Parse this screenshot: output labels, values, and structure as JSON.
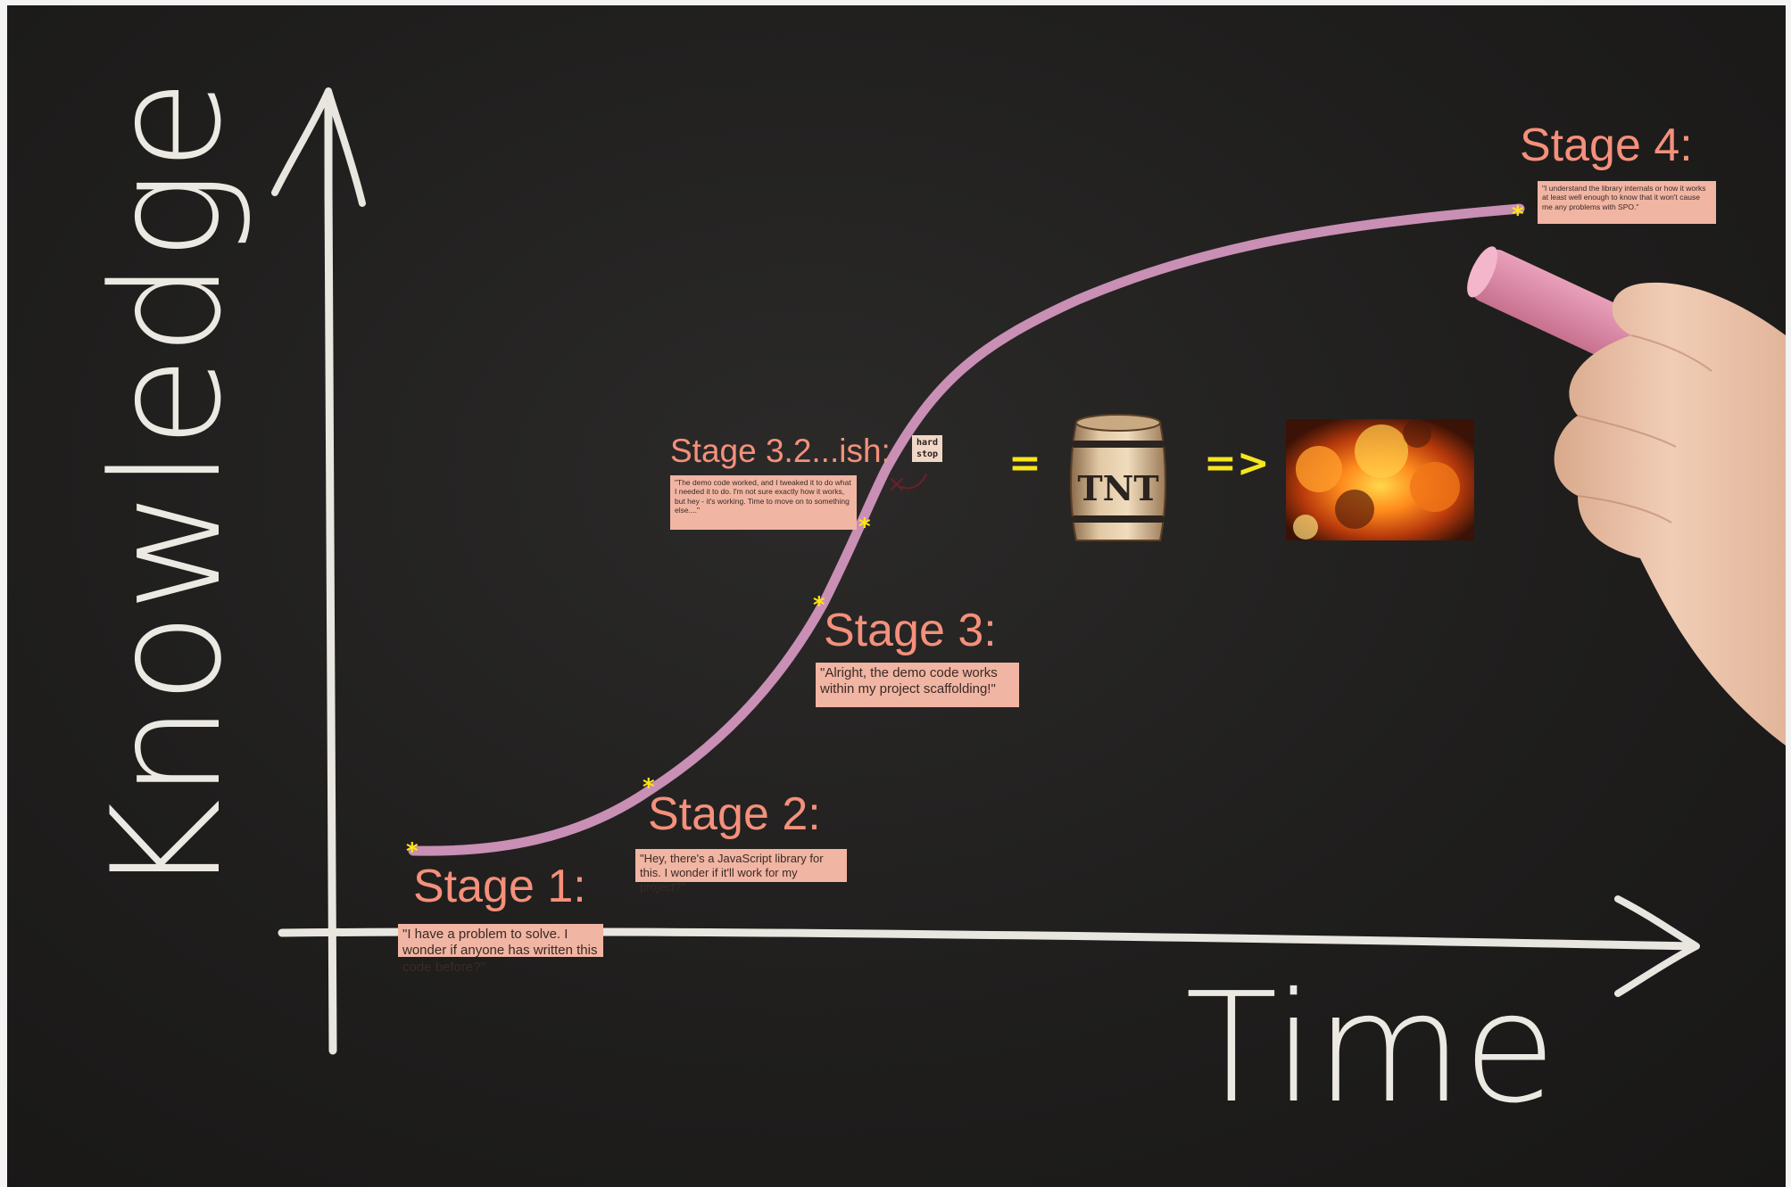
{
  "axes": {
    "y_label": "Knowledge",
    "x_label": "Time"
  },
  "stages": [
    {
      "title": "Stage 1:",
      "quote": "\"I have a problem to solve. I wonder if anyone has written this code before?\""
    },
    {
      "title": "Stage 2:",
      "quote": "\"Hey, there's a JavaScript library for this. I wonder if it'll work for my project?\""
    },
    {
      "title": "Stage 3:",
      "quote": "\"Alright, the demo code works within my project scaffolding!\""
    },
    {
      "title": "Stage 3.2...ish:",
      "quote": "\"The demo code worked, and I tweaked it to do what I needed it to do. I'm not sure exactly how it works, but hey - it's working. Time to move on to something else....\""
    },
    {
      "title": "Stage 4:",
      "quote": "\"I understand the library internals or how it works at least well enough to know that it won't cause me any problems with SPO.\""
    }
  ],
  "hard_stop_note": "hard stop",
  "equation": {
    "equals_sign": "=",
    "arrow_sign": "=>",
    "barrel_label": "TNT"
  },
  "colors": {
    "board": "#1f1e1d",
    "chalk": "#e8e6df",
    "curve": "#c98fb4",
    "stage_title": "#f4907b",
    "quote_bg": "#f1b5a3",
    "marker": "#ffe414"
  },
  "icons": [
    "star-marker-icon",
    "tnt-barrel-icon",
    "explosion-icon",
    "hand-holding-chalk-icon"
  ]
}
